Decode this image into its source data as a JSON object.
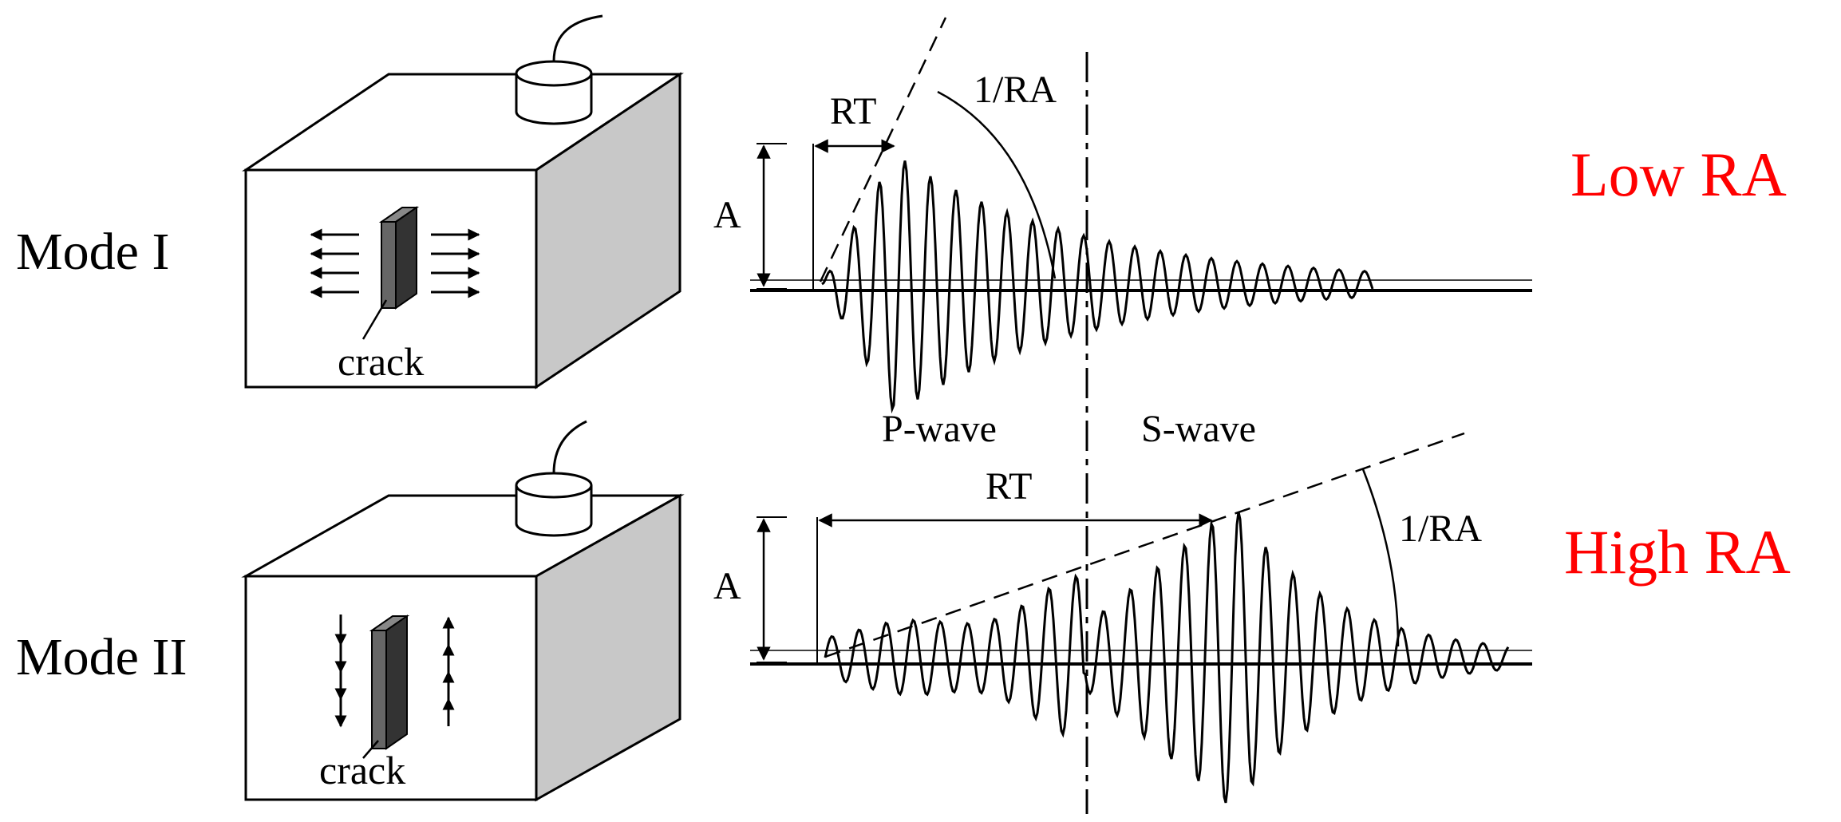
{
  "colors": {
    "ink": "#000000",
    "accent": "#ff0000",
    "box_side": "#c8c8c8",
    "crack": "#555555"
  },
  "mode_one": {
    "mode_label": "Mode I",
    "crack_label": "crack",
    "rt_label": "RT",
    "ra_slope_label": "1/RA",
    "amplitude_label": "A",
    "result_label": "Low RA"
  },
  "wave_labels": {
    "p_wave": "P-wave",
    "s_wave": "S-wave"
  },
  "mode_two": {
    "mode_label": "Mode II",
    "crack_label": "crack",
    "rt_label": "RT",
    "ra_slope_label": "1/RA",
    "amplitude_label": "A",
    "result_label": "High RA"
  }
}
